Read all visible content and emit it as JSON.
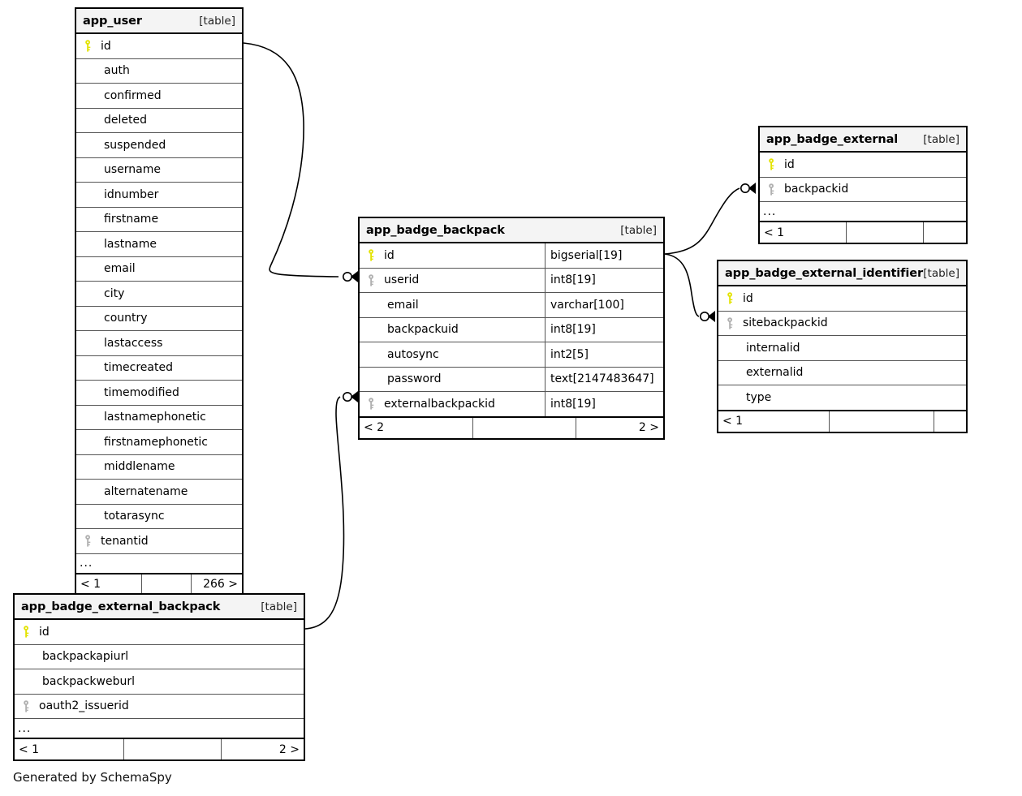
{
  "diagram": {
    "credit": "Generated by SchemaSpy",
    "table_tag": "[table]",
    "ellipsis": "...",
    "colors": {
      "primary_key": "#e3e300",
      "foreign_key": "#b0b0b0",
      "header_bg": "#f4f4f4",
      "border": "#000000",
      "row_rule": "#555555",
      "background": "#ffffff"
    }
  },
  "tables": [
    {
      "id": "app_user",
      "name": "app_user",
      "tag": "[table]",
      "show_types": false,
      "has_ellipsis": true,
      "columns": [
        {
          "name": "id",
          "key": "primary"
        },
        {
          "name": "auth",
          "key": "none"
        },
        {
          "name": "confirmed",
          "key": "none"
        },
        {
          "name": "deleted",
          "key": "none"
        },
        {
          "name": "suspended",
          "key": "none"
        },
        {
          "name": "username",
          "key": "none"
        },
        {
          "name": "idnumber",
          "key": "none"
        },
        {
          "name": "firstname",
          "key": "none"
        },
        {
          "name": "lastname",
          "key": "none"
        },
        {
          "name": "email",
          "key": "none"
        },
        {
          "name": "city",
          "key": "none"
        },
        {
          "name": "country",
          "key": "none"
        },
        {
          "name": "lastaccess",
          "key": "none"
        },
        {
          "name": "timecreated",
          "key": "none"
        },
        {
          "name": "timemodified",
          "key": "none"
        },
        {
          "name": "lastnamephonetic",
          "key": "none"
        },
        {
          "name": "firstnamephonetic",
          "key": "none"
        },
        {
          "name": "middlename",
          "key": "none"
        },
        {
          "name": "alternatename",
          "key": "none"
        },
        {
          "name": "totarasync",
          "key": "none"
        },
        {
          "name": "tenantid",
          "key": "foreign"
        }
      ],
      "footer": {
        "left": "< 1",
        "middle": "",
        "right": "266 >"
      }
    },
    {
      "id": "app_badge_backpack",
      "name": "app_badge_backpack",
      "tag": "[table]",
      "show_types": true,
      "has_ellipsis": false,
      "columns": [
        {
          "name": "id",
          "type": "bigserial[19]",
          "key": "primary"
        },
        {
          "name": "userid",
          "type": "int8[19]",
          "key": "foreign"
        },
        {
          "name": "email",
          "type": "varchar[100]",
          "key": "none"
        },
        {
          "name": "backpackuid",
          "type": "int8[19]",
          "key": "none"
        },
        {
          "name": "autosync",
          "type": "int2[5]",
          "key": "none"
        },
        {
          "name": "password",
          "type": "text[2147483647]",
          "key": "none"
        },
        {
          "name": "externalbackpackid",
          "type": "int8[19]",
          "key": "foreign"
        }
      ],
      "footer": {
        "left": "< 2",
        "middle": "",
        "right": "2 >"
      }
    },
    {
      "id": "app_badge_external",
      "name": "app_badge_external",
      "tag": "[table]",
      "show_types": false,
      "has_ellipsis": true,
      "columns": [
        {
          "name": "id",
          "key": "primary"
        },
        {
          "name": "backpackid",
          "key": "foreign"
        }
      ],
      "footer": {
        "left": "< 1",
        "middle": "",
        "right": ""
      }
    },
    {
      "id": "app_badge_external_identifier",
      "name": "app_badge_external_identifier",
      "tag": "[table]",
      "show_types": false,
      "has_ellipsis": false,
      "columns": [
        {
          "name": "id",
          "key": "primary"
        },
        {
          "name": "sitebackpackid",
          "key": "foreign"
        },
        {
          "name": "internalid",
          "key": "none"
        },
        {
          "name": "externalid",
          "key": "none"
        },
        {
          "name": "type",
          "key": "none"
        }
      ],
      "footer": {
        "left": "< 1",
        "middle": "",
        "right": ""
      }
    },
    {
      "id": "app_badge_external_backpack",
      "name": "app_badge_external_backpack",
      "tag": "[table]",
      "show_types": false,
      "has_ellipsis": true,
      "columns": [
        {
          "name": "id",
          "key": "primary"
        },
        {
          "name": "backpackapiurl",
          "key": "none"
        },
        {
          "name": "backpackweburl",
          "key": "none"
        },
        {
          "name": "oauth2_issuerid",
          "key": "foreign"
        }
      ],
      "footer": {
        "left": "< 1",
        "middle": "",
        "right": "2 >"
      }
    }
  ],
  "relationships": [
    {
      "from": "app_user.id",
      "to": "app_badge_backpack.userid"
    },
    {
      "from": "app_badge_backpack.id",
      "to": "app_badge_external.backpackid"
    },
    {
      "from": "app_badge_backpack.id",
      "to": "app_badge_external_identifier.sitebackpackid"
    },
    {
      "from": "app_badge_external_backpack.id",
      "to": "app_badge_backpack.externalbackpackid"
    }
  ]
}
